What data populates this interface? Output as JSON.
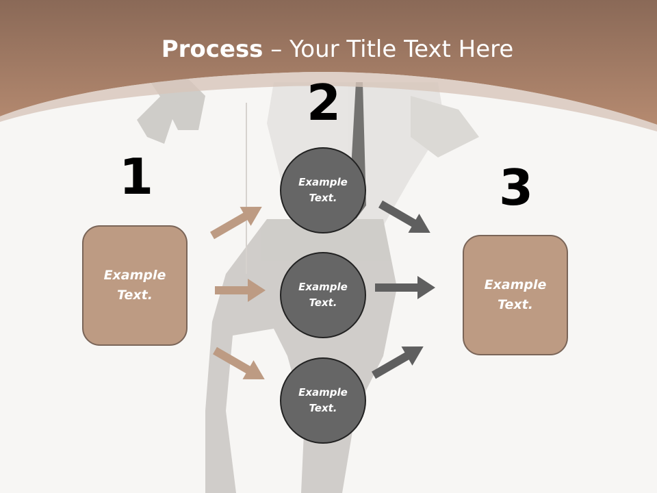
{
  "slide": {
    "title_bold": "Process",
    "title_rest": " – Your Title Text Here"
  },
  "steps": [
    {
      "number": "1"
    },
    {
      "number": "2"
    },
    {
      "number": "3"
    }
  ],
  "boxes": {
    "left_text": "Example Text.",
    "right_text": "Example Text."
  },
  "circles": [
    {
      "text": "Example Text."
    },
    {
      "text": "Example Text."
    },
    {
      "text": "Example Text."
    }
  ],
  "colors": {
    "header_brown": "#a07a63",
    "box_fill": "#bd9b83",
    "box_border": "#7a6558",
    "circle_fill": "#666666",
    "arrow_tan": "#bd9b83",
    "arrow_gray": "#5f5f5f"
  }
}
